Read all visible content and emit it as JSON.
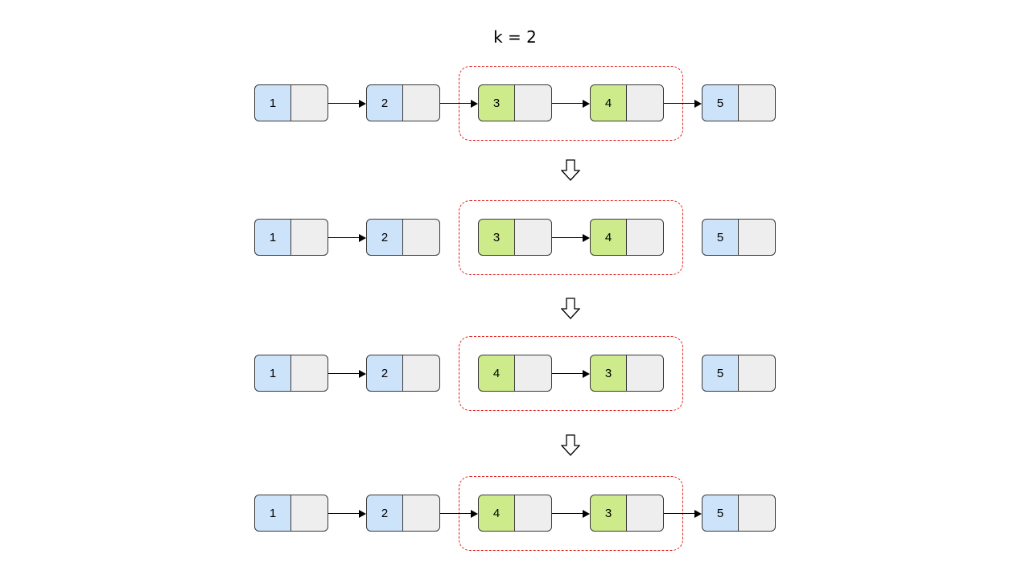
{
  "title": "k = 2",
  "colors": {
    "blue_node": "#cce3fa",
    "green_node": "#cdeb8b",
    "pointer_cell": "#eeeeee",
    "group_border": "#e02020"
  },
  "rows": [
    {
      "nodes": [
        {
          "value": "1",
          "color": "blue"
        },
        {
          "value": "2",
          "color": "blue"
        },
        {
          "value": "3",
          "color": "green"
        },
        {
          "value": "4",
          "color": "green"
        },
        {
          "value": "5",
          "color": "blue"
        }
      ]
    },
    {
      "nodes": [
        {
          "value": "1",
          "color": "blue"
        },
        {
          "value": "2",
          "color": "blue"
        },
        {
          "value": "3",
          "color": "green"
        },
        {
          "value": "4",
          "color": "green"
        },
        {
          "value": "5",
          "color": "blue"
        }
      ]
    },
    {
      "nodes": [
        {
          "value": "1",
          "color": "blue"
        },
        {
          "value": "2",
          "color": "blue"
        },
        {
          "value": "4",
          "color": "green"
        },
        {
          "value": "3",
          "color": "green"
        },
        {
          "value": "5",
          "color": "blue"
        }
      ]
    },
    {
      "nodes": [
        {
          "value": "1",
          "color": "blue"
        },
        {
          "value": "2",
          "color": "blue"
        },
        {
          "value": "4",
          "color": "green"
        },
        {
          "value": "3",
          "color": "green"
        },
        {
          "value": "5",
          "color": "blue"
        }
      ]
    }
  ]
}
